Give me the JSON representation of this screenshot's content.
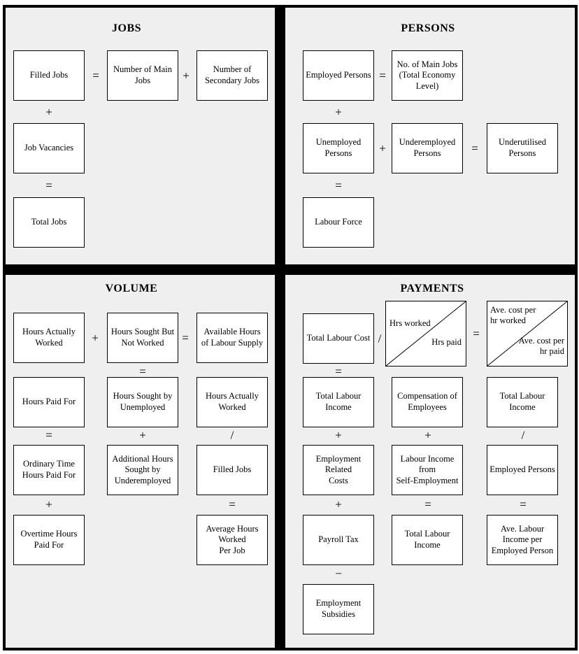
{
  "colors": {
    "page_bg": "#ffffff",
    "panel_bg": "#efefef",
    "line": "#000000",
    "box_bg": "#ffffff"
  },
  "quadrants": [
    {
      "title": "JOBS",
      "boxes": [
        "Filled Jobs",
        "Number of Main\nJobs",
        "Number of\nSecondary Jobs",
        "Job Vacancies",
        "Total Jobs"
      ],
      "ops": [
        "=",
        "+",
        "+",
        "="
      ]
    },
    {
      "title": "PERSONS",
      "boxes": [
        "Employed Persons",
        "No. of Main Jobs\n(Total Economy\nLevel)",
        "Unemployed\nPersons",
        "Underemployed\nPersons",
        "Underutilised\nPersons",
        "Labour Force"
      ],
      "ops": [
        "=",
        "+",
        "+",
        "=",
        "="
      ]
    },
    {
      "title": "VOLUME",
      "boxes": [
        "Hours Actually\nWorked",
        "Hours Sought But\nNot Worked",
        "Available Hours\nof Labour Supply",
        "Hours Paid For",
        "Hours Sought by\nUnemployed",
        "Hours Actually\nWorked",
        "Ordinary Time\nHours Paid For",
        "Additional Hours\nSought by\nUnderemployed",
        "Filled Jobs",
        "Overtime Hours\nPaid For",
        "Average Hours\nWorked\nPer Job"
      ],
      "ops": [
        "+",
        "=",
        "=",
        "=",
        "+",
        "/",
        "+",
        "="
      ]
    },
    {
      "title": "PAYMENTS",
      "boxes": [
        "Total Labour Cost",
        "Total Labour\nIncome",
        "Compensation of\nEmployees",
        "Total Labour\nIncome",
        "Employment\nRelated\nCosts",
        "Labour Income\nfrom\nSelf-Employment",
        "Employed Persons",
        "Payroll Tax",
        "Total Labour\nIncome",
        "Ave. Labour\nIncome per\nEmployed Person",
        "Employment\nSubsidies"
      ],
      "ratio_boxes": [
        {
          "top_left": "Hrs worked",
          "bottom_right": "Hrs paid"
        },
        {
          "top_left": "Ave. cost per\nhr worked",
          "bottom_right": "Ave. cost per\nhr paid"
        }
      ],
      "ops": [
        "/",
        "=",
        "=",
        "+",
        "+",
        "/",
        "+",
        "=",
        "=",
        "−"
      ]
    }
  ]
}
